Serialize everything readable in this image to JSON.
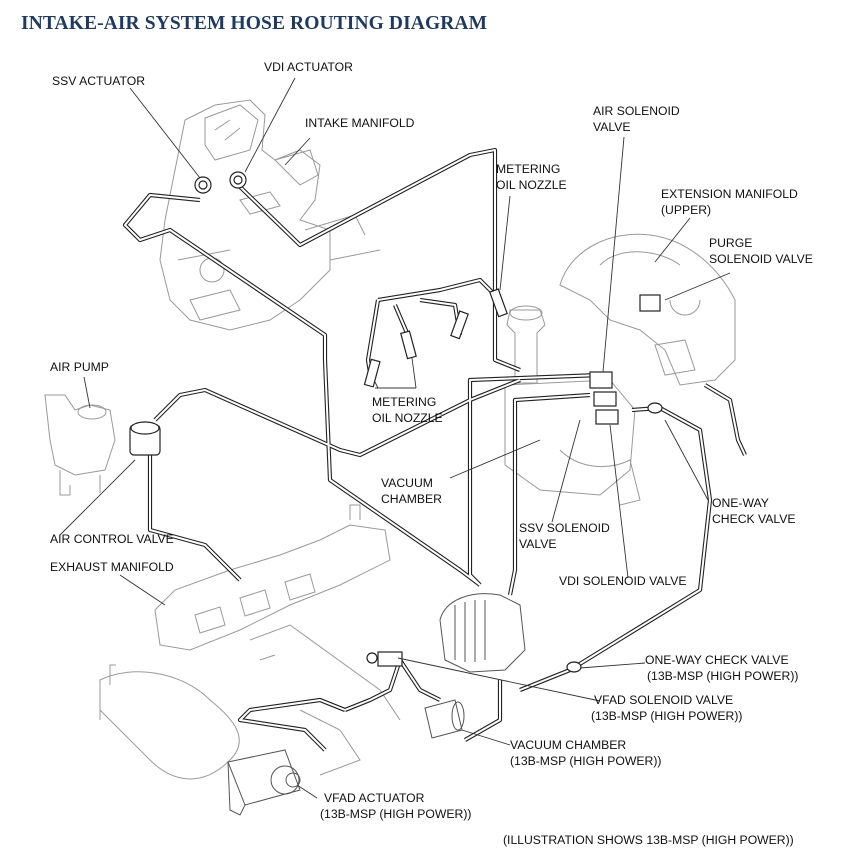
{
  "title": "INTAKE-AIR SYSTEM HOSE ROUTING DIAGRAM",
  "labels": {
    "ssv_actuator": [
      "SSV ACTUATOR"
    ],
    "vdi_actuator": [
      "VDI ACTUATOR"
    ],
    "intake_manifold": [
      "INTAKE MANIFOLD"
    ],
    "air_solenoid_valve": [
      "AIR SOLENOID",
      "VALVE"
    ],
    "metering_oil_nozzle_upper": [
      "METERING",
      "OIL NOZZLE"
    ],
    "extension_manifold_upper": [
      "EXTENSION MANIFOLD",
      " (UPPER)"
    ],
    "purge_solenoid_valve": [
      "PURGE",
      "SOLENOID VALVE"
    ],
    "air_pump": [
      "AIR PUMP"
    ],
    "metering_oil_nozzle_lower": [
      "METERING",
      "OIL NOZZLE"
    ],
    "vacuum_chamber": [
      "VACUUM",
      "CHAMBER"
    ],
    "one_way_check_valve": [
      "ONE-WAY",
      "CHECK VALVE"
    ],
    "air_control_valve": [
      "AIR CONTROL VALVE"
    ],
    "ssv_solenoid_valve": [
      "SSV SOLENOID",
      "VALVE"
    ],
    "exhaust_manifold": [
      "EXHAUST MANIFOLD"
    ],
    "vdi_solenoid_valve": [
      "VDI SOLENOID VALVE"
    ],
    "one_way_check_valve_hp": [
      "ONE-WAY CHECK VALVE",
      "(13B-MSP (HIGH POWER))"
    ],
    "vfad_solenoid_valve_hp": [
      "VFAD SOLENOID VALVE",
      "(13B-MSP (HIGH POWER))"
    ],
    "vacuum_chamber_hp": [
      "VACUUM CHAMBER",
      "(13B-MSP (HIGH POWER))"
    ],
    "vfad_actuator_hp": [
      "VFAD ACTUATOR",
      "(13B-MSP (HIGH POWER))"
    ]
  },
  "footnote": "(ILLUSTRATION SHOWS 13B-MSP (HIGH POWER))"
}
